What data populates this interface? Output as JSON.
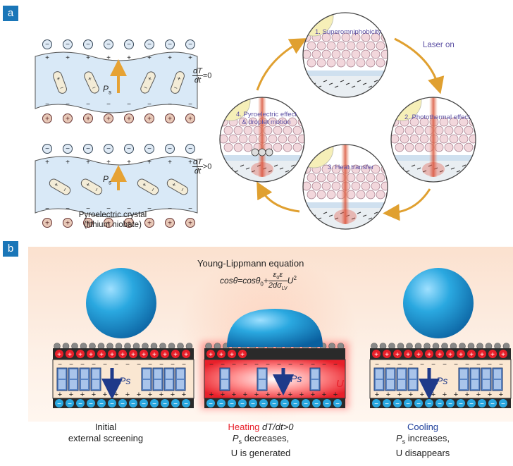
{
  "panel_a": {
    "tag": "a",
    "crystal_label_line1": "Pyroelectric crystal",
    "crystal_label_line2": "(lithium niobate)",
    "ps_label": "P",
    "ps_sub": "s",
    "eq_top_num": "dT",
    "eq_top_den": "dt",
    "eq_top_rel": "=0",
    "eq_bottom_rel": ">0",
    "laser_on": "Laser on",
    "steps": [
      "1. Superomniphobicity",
      "2. Photothermal effect",
      "3. Heat transfer",
      "4. Pyroelectric effect",
      "& droplet motion"
    ]
  },
  "panel_b": {
    "tag": "b",
    "equation_title": "Young-Lippmann equation",
    "ps_text": "Ps",
    "u_text": "U",
    "captions": {
      "left_line1": "Initial",
      "left_line2": "external screening",
      "mid_heating": "Heating",
      "mid_cond": "dT/dt>0",
      "mid_line2": "P",
      "mid_line2_rest": " decreases,",
      "mid_line3": "U is generated",
      "right_title": "Cooling",
      "right_line2": "P",
      "right_line2_rest": " increases,",
      "right_line3": "U disappears"
    }
  },
  "colors": {
    "tag_blue": "#1a76b8",
    "crystal_fill": "#d9e9f7",
    "arrow_orange": "#e0a030",
    "droplet_blue": "#1e9fd8",
    "heating_red": "#e8202a",
    "cooling_blue": "#1f3f9a",
    "step_text": "#5b4fa3"
  }
}
